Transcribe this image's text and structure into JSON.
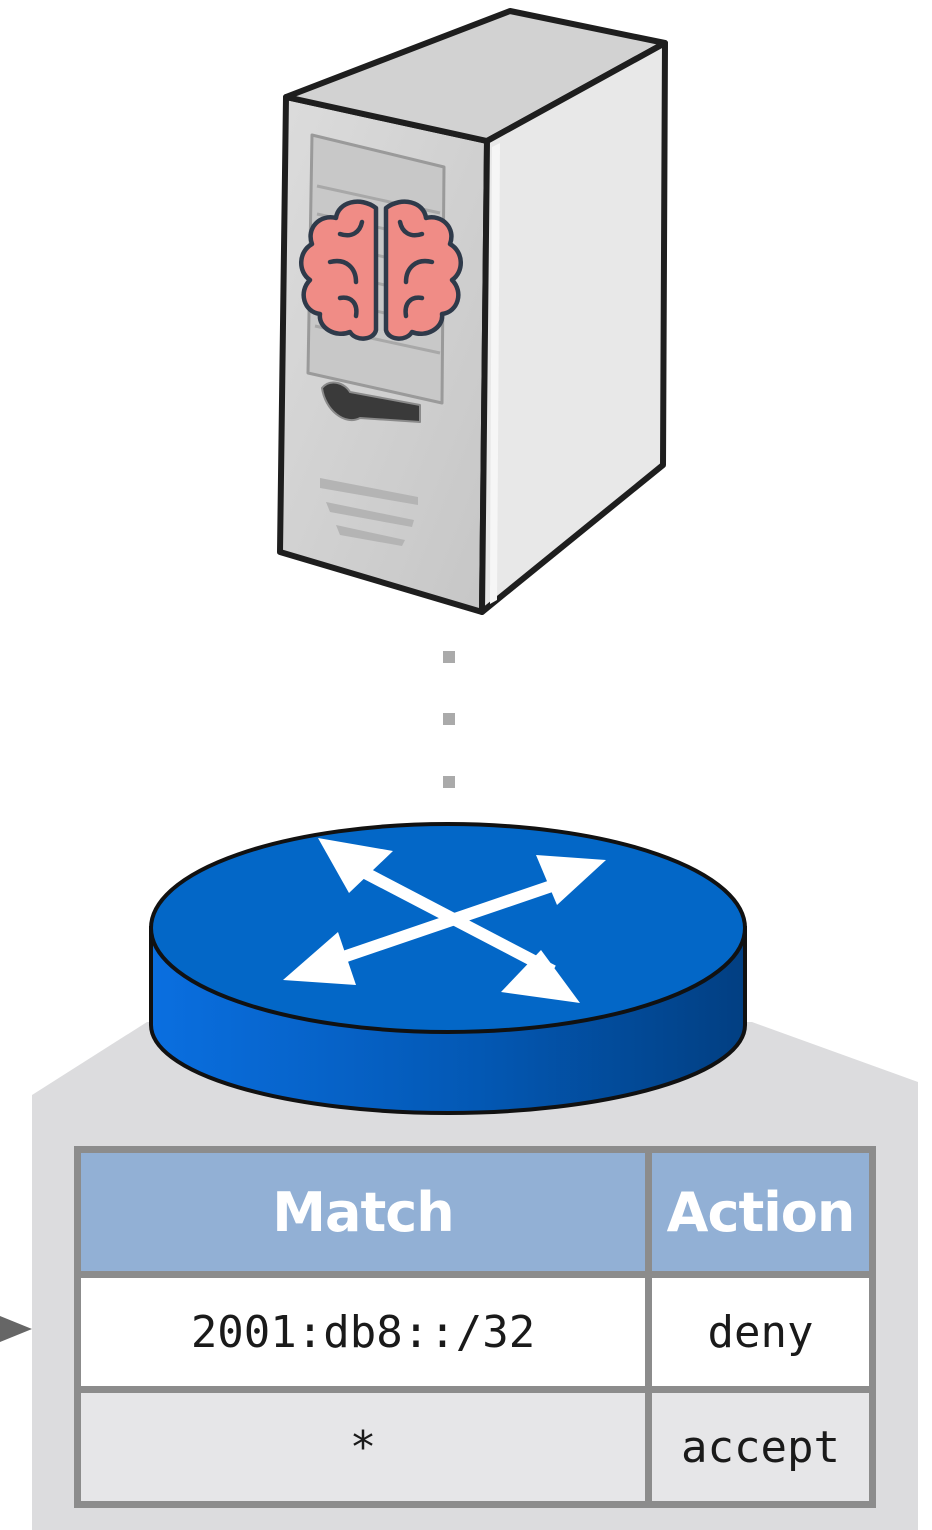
{
  "server": {
    "icon": "server-tower-icon",
    "overlay_icon": "brain-icon"
  },
  "link": {
    "style": "dotted",
    "color": "#aaaaaa"
  },
  "switch": {
    "icon": "switch-icon",
    "color": "#0366c6"
  },
  "flow_table": {
    "headers": {
      "match": "Match",
      "action": "Action"
    },
    "rows": [
      {
        "match": "2001:db8::/32",
        "action": "deny"
      },
      {
        "match": "*",
        "action": "accept"
      }
    ],
    "header_color": "#92b0d5"
  },
  "incoming_arrow": {
    "icon": "arrow-right-icon",
    "color": "#666666"
  }
}
